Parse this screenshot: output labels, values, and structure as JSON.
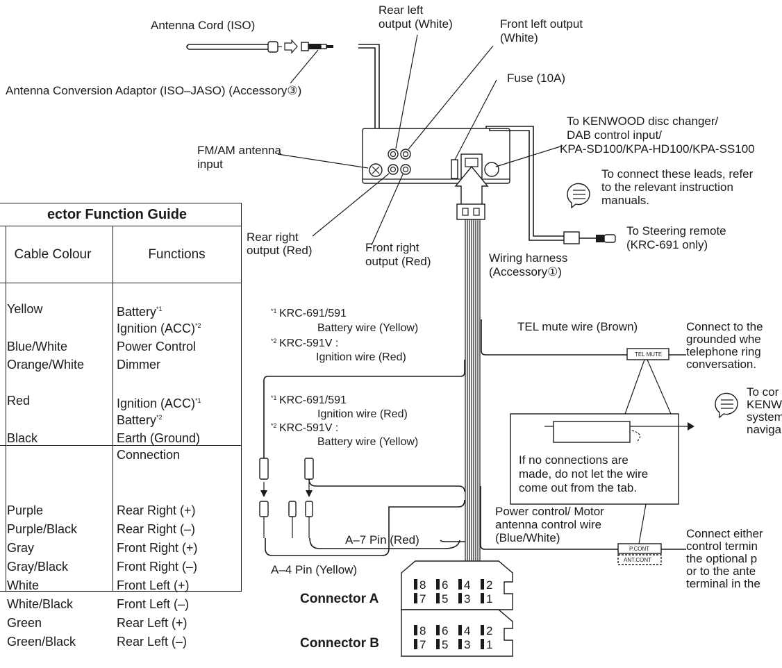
{
  "labels": {
    "antenna_cord": "Antenna Cord (ISO)",
    "antenna_adaptor": "Antenna Conversion Adaptor (ISO–JASO) (Accessory③)",
    "rear_left_output_1": "Rear left",
    "rear_left_output_2": "output (White)",
    "front_left_output_1": "Front left output",
    "front_left_output_2": "(White)",
    "fuse": "Fuse (10A)",
    "changer_1": "To KENWOOD disc changer/",
    "changer_2": "DAB control input/",
    "changer_3": "KPA-SD100/KPA-HD100/KPA-SS100",
    "fm_am_1": "FM/AM antenna",
    "fm_am_2": "input",
    "refer_note_1": "To connect these leads, refer",
    "refer_note_2": "to the relevant instruction",
    "refer_note_3": "manuals.",
    "rear_right_1": "Rear right",
    "rear_right_2": "output (Red)",
    "front_right_1": "Front right",
    "front_right_2": "output (Red)",
    "steering_1": "To Steering remote",
    "steering_2": "(KRC-691 only)",
    "harness_1": "Wiring harness",
    "harness_2": "(Accessory①)",
    "note1_line1": "KRC-691/591",
    "note1_line2": "Battery wire (Yellow)",
    "note1_line3": "KRC-591V :",
    "note1_line4": "Ignition wire (Red)",
    "tel_mute_wire": "TEL mute wire (Brown)",
    "tel_connect_1": "Connect to the",
    "tel_connect_2": "grounded whe",
    "tel_connect_3": "telephone ring",
    "tel_connect_4": "conversation.",
    "tel_mute_tag": "TEL MUTE",
    "note2_line1": "KRC-691/591",
    "note2_line2": "Ignition wire (Red)",
    "note2_line3": "KRC-591V :",
    "note2_line4": "Battery wire (Yellow)",
    "to_con_1": "To cor",
    "to_con_2": "KENW",
    "to_con_3": "system",
    "to_con_4": "naviga",
    "tab_note_1": "If no connections are",
    "tab_note_2": "made, do not let the wire",
    "tab_note_3": "come out from the tab.",
    "power_ctrl_1": "Power control/ Motor",
    "power_ctrl_2": "antenna control wire",
    "power_ctrl_3": "(Blue/White)",
    "connect_either_1": "Connect either",
    "connect_either_2": "control termin",
    "connect_either_3": "the optional p",
    "connect_either_4": "or to the ante",
    "connect_either_5": "terminal in the",
    "a7_pin": "A–7 Pin (Red)",
    "a4_pin": "A–4 Pin (Yellow)",
    "pcont_tag": "P.CONT",
    "antcont_tag": "ANT.CONT",
    "connector_a": "Connector A",
    "connector_b": "Connector B",
    "sup1": "*1",
    "sup2": "*2"
  },
  "connector_pins": {
    "top_row": [
      "8",
      "6",
      "4",
      "2"
    ],
    "bottom_row": [
      "7",
      "5",
      "3",
      "1"
    ]
  },
  "guide": {
    "title": "ector Function Guide",
    "col_colour": "Cable Colour",
    "col_functions": "Functions",
    "rows_a": [
      {
        "colour": "Yellow",
        "functions": [
          "Battery",
          "Ignition (ACC)"
        ],
        "marks": [
          "*1",
          "*2"
        ]
      },
      {
        "colour": "Blue/White",
        "functions": [
          "Power Control"
        ],
        "marks": [
          ""
        ]
      },
      {
        "colour": "Orange/White",
        "functions": [
          "Dimmer"
        ],
        "marks": [
          ""
        ]
      },
      {
        "colour": "Red",
        "functions": [
          "Ignition (ACC)",
          "Battery"
        ],
        "marks": [
          "*1",
          "*2"
        ]
      },
      {
        "colour": "Black",
        "functions": [
          "Earth (Ground)",
          "Connection"
        ],
        "marks": [
          "",
          ""
        ]
      }
    ],
    "rows_b": [
      {
        "colour": "Purple",
        "function": "Rear Right (+)"
      },
      {
        "colour": "Purple/Black",
        "function": "Rear Right (–)"
      },
      {
        "colour": "Gray",
        "function": "Front Right (+)"
      },
      {
        "colour": "Gray/Black",
        "function": "Front Right (–)"
      },
      {
        "colour": "White",
        "function": "Front Left (+)"
      },
      {
        "colour": "White/Black",
        "function": "Front Left (–)"
      },
      {
        "colour": "Green",
        "function": "Rear Left (+)"
      },
      {
        "colour": "Green/Black",
        "function": "Rear Left (–)"
      }
    ]
  }
}
